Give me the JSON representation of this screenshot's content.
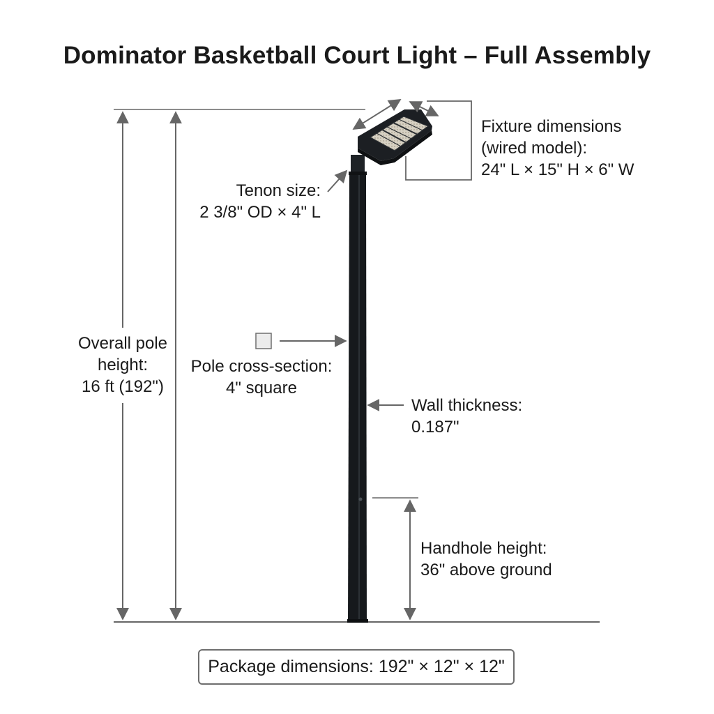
{
  "title": "Dominator Basketball Court Light – Full Assembly",
  "labels": {
    "fixture": {
      "line1": "Fixture dimensions",
      "line2": "(wired model):",
      "line3": "24\" L × 15\" H × 6\" W"
    },
    "tenon": {
      "line1": "Tenon size:",
      "line2": "2 3/8\" OD × 4\" L"
    },
    "overall_height": {
      "line1": "Overall pole",
      "line2": "height:",
      "line3": "16 ft (192\")"
    },
    "cross_section": {
      "line1": "Pole cross-section:",
      "line2": "4\" square"
    },
    "wall_thickness": {
      "line1": "Wall thickness:",
      "line2": "0.187\""
    },
    "handhole": {
      "line1": "Handhole height:",
      "line2": "36\" above ground"
    }
  },
  "package": {
    "text": "Package dimensions: 192\" × 12\" × 12\""
  },
  "colors": {
    "pole": "#16191c",
    "dimension_line": "#666666",
    "led_panel": "#d6d0c2"
  }
}
